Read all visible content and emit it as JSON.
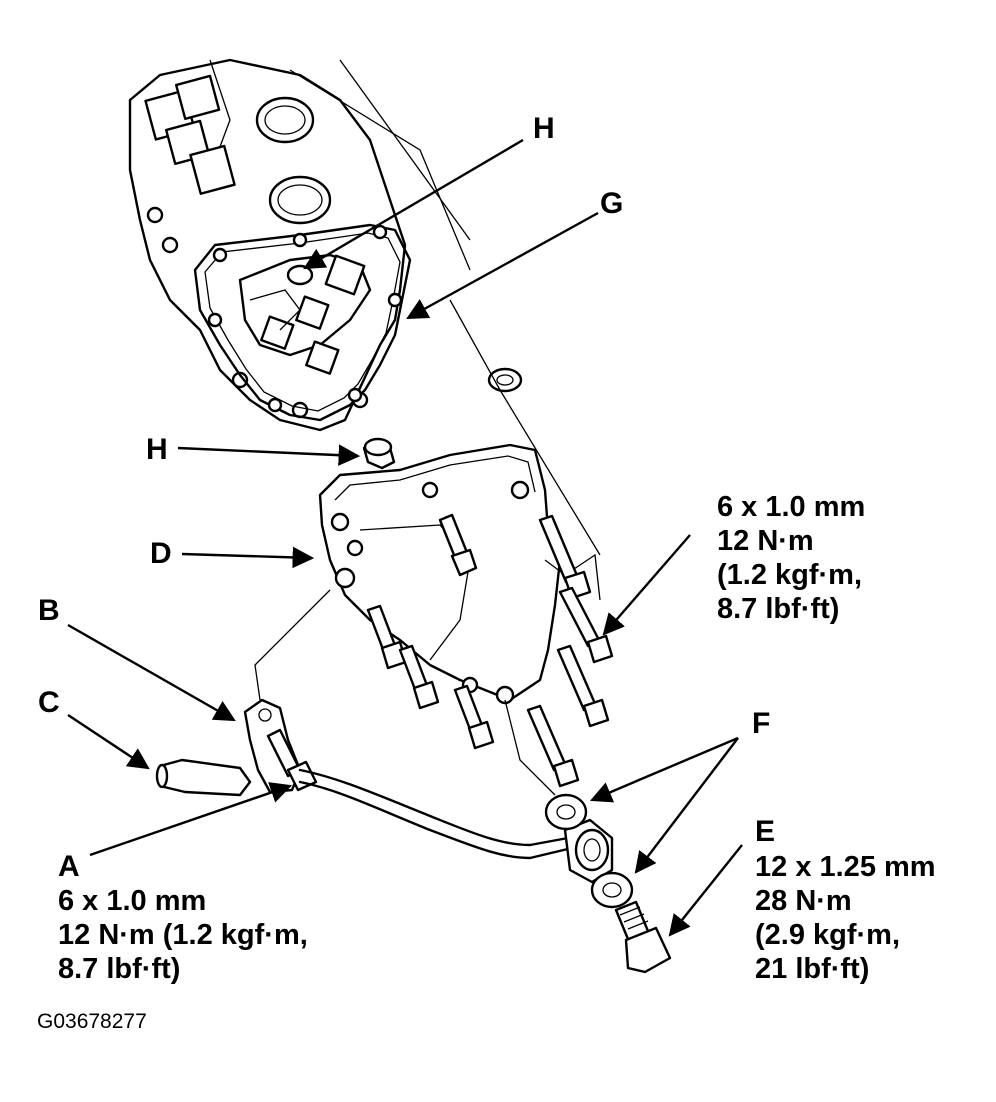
{
  "labels": {
    "a": "A",
    "b": "B",
    "c": "C",
    "d": "D",
    "e": "E",
    "f": "F",
    "g": "G",
    "h_top": "H",
    "h_left": "H"
  },
  "specs": {
    "right": [
      "6 x 1.0 mm",
      "12 N·m",
      "(1.2 kgf·m,",
      "8.7 lbf·ft)"
    ],
    "a": [
      "6 x 1.0 mm",
      "12 N·m (1.2 kgf·m,",
      "8.7 lbf·ft)"
    ],
    "e": [
      "12 x 1.25 mm",
      "28 N·m",
      "(2.9 kgf·m,",
      "21 lbf·ft)"
    ]
  },
  "figure_id": "G03678277"
}
